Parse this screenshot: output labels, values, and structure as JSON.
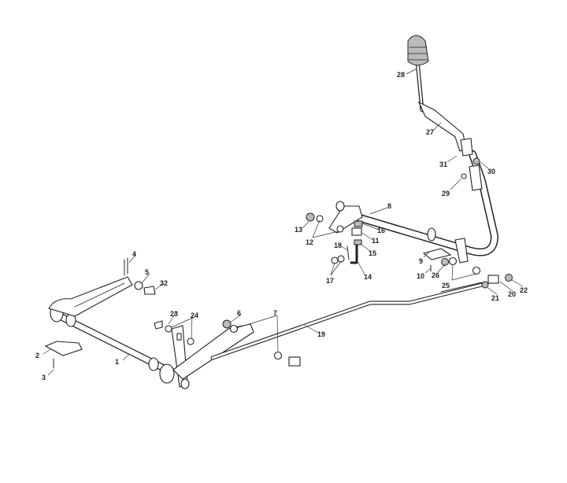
{
  "diagram": {
    "type": "exploded-parts-diagram",
    "part_labels": [
      "1",
      "2",
      "3",
      "4",
      "5",
      "6",
      "7",
      "8",
      "9",
      "10",
      "11",
      "12",
      "13",
      "14",
      "15",
      "16",
      "17",
      "18",
      "19",
      "20",
      "21",
      "22",
      "23",
      "24",
      "25",
      "26",
      "27",
      "28",
      "29",
      "30",
      "31",
      "32"
    ]
  }
}
